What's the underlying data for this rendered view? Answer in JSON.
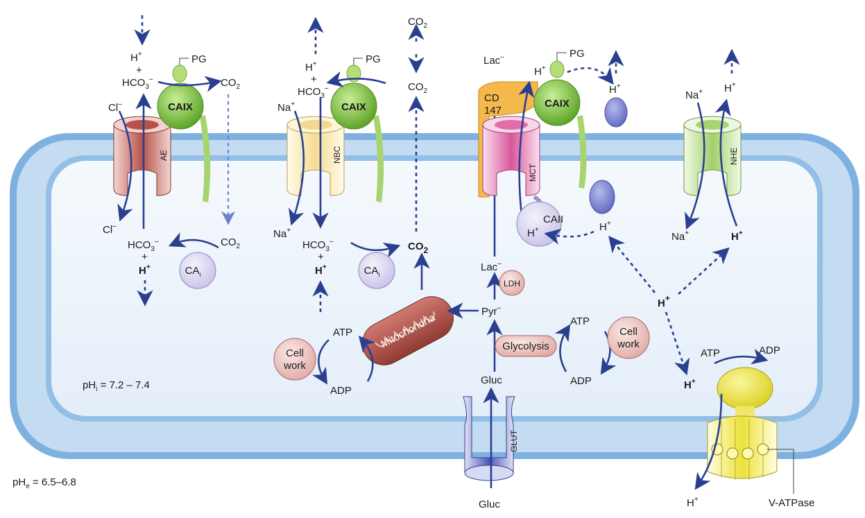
{
  "labels": {
    "ph_i_main": "pH",
    "ph_i_sub": "i",
    "ph_i_value": " = 7.2 – 7.4",
    "ph_e_main": "pH",
    "ph_e_sub": "e",
    "ph_e_value": " = 6.5–6.8",
    "ae": "AE",
    "nbc": "NBC",
    "mct": "MCT",
    "nhe": "NHE",
    "glut": "GLUT",
    "caix": "CAIX",
    "caii": "CAII",
    "ca_i": "CA",
    "ca_i_sub": "i",
    "cd147_line1": "CD",
    "cd147_line2": "147",
    "pg": "PG",
    "mitochondria": "Mitochondria",
    "ldh": "LDH",
    "glycolysis": "Glycolysis",
    "cell_work_line1": "Cell",
    "cell_work_line2": "work",
    "atp": "ATP",
    "adp": "ADP",
    "v_atpase": "V-ATPase",
    "h": "H",
    "plus_sup": "+",
    "plus": "+",
    "minus_sup": "–",
    "hco3": "HCO",
    "hco3_sub": "3",
    "co2": "CO",
    "co2_sub": "2",
    "cl": "Cl",
    "na": "Na",
    "lac": "Lac",
    "pyr": "Pyr",
    "gluc": "Gluc"
  },
  "colors": {
    "membrane_outer": "#7fb1e0",
    "membrane_mid": "#c4dcf2",
    "cytoplasm": "#f1f6fc",
    "caix": "#7dc43f",
    "pg_stalk": "#a8d46f",
    "ae_transporter": "#b7524a",
    "nbc_transporter": "#f5e2a6",
    "mct_transporter": "#e07fb2",
    "cd147": "#f5b84a",
    "nhe_transporter": "#b6d98a",
    "glut_transporter": "#6b74c9",
    "v_atpase": "#e8e13a",
    "mitochondria": "#b5554c",
    "enzyme_pink": "#f1c9c6",
    "ca_lavender": "#ddd8f1",
    "blue_oval": "#7b82cf",
    "arrow": "#2a3f8f"
  }
}
